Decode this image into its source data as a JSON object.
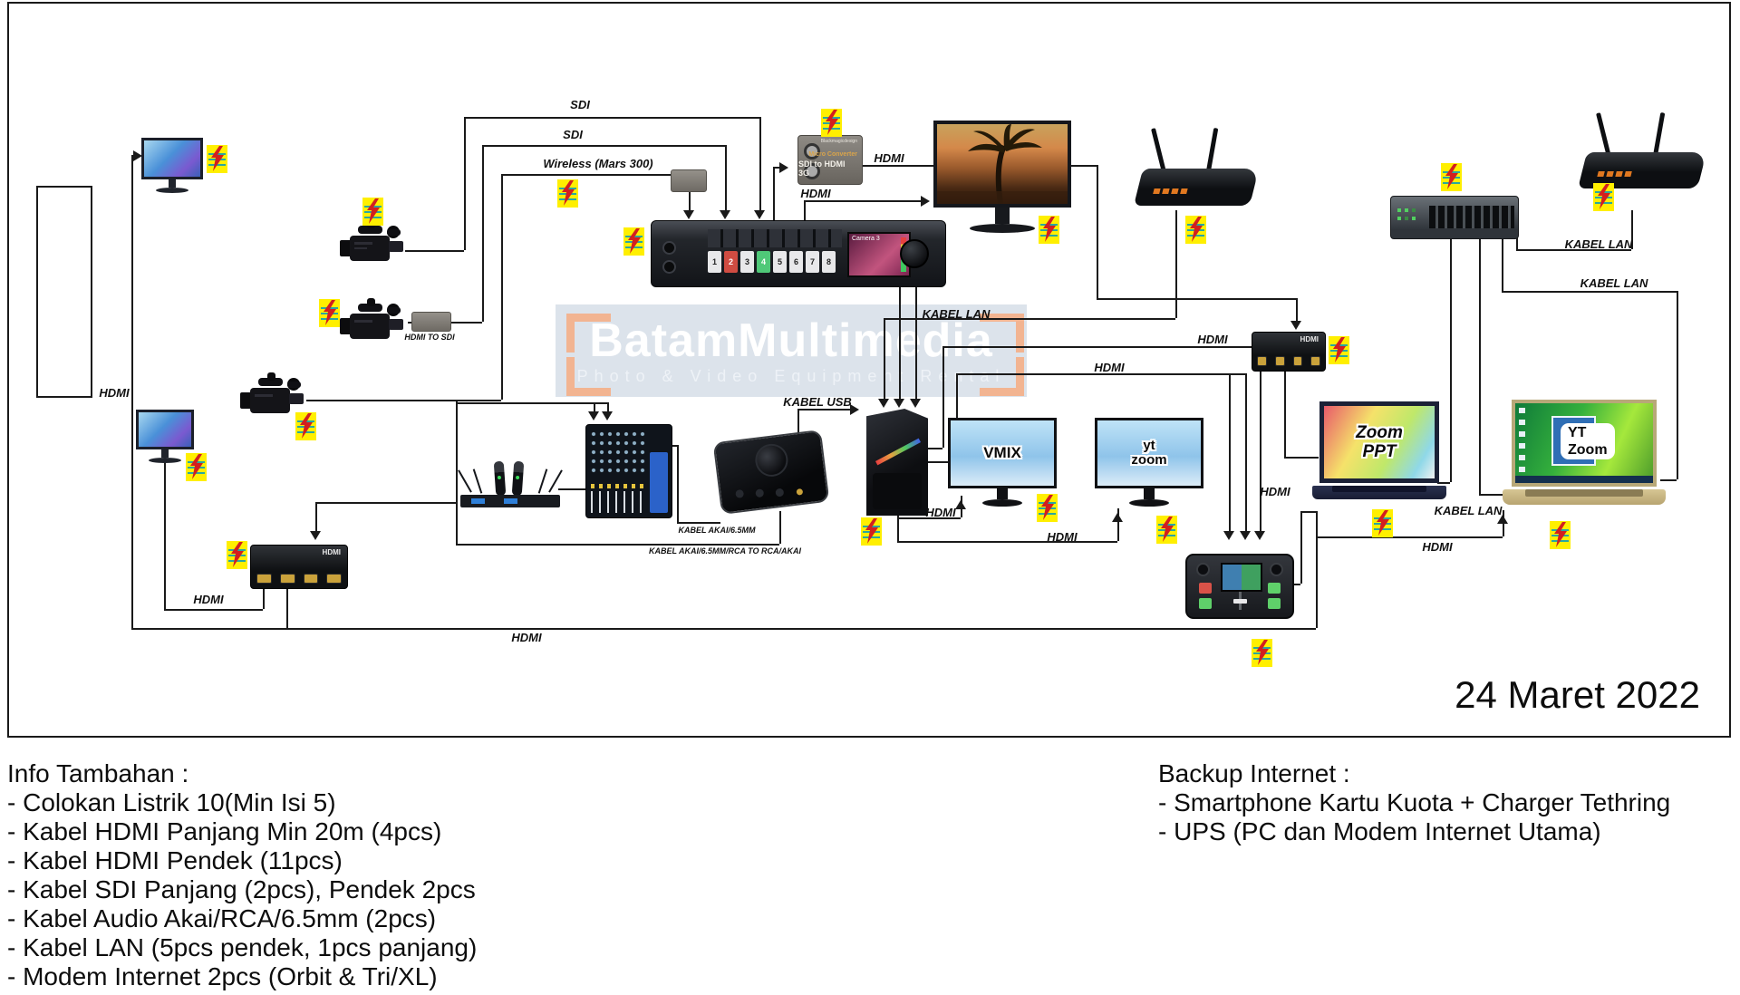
{
  "watermark": {
    "brand": "BatamMultimedia",
    "tagline": "Photo & Video Equipment Rental"
  },
  "date_label": "24 Maret 2022",
  "cable_labels": [
    "SDI",
    "SDI",
    "Wireless (Mars 300)",
    "HDMI TO SDI",
    "HDMI",
    "HDMI",
    "KABEL LAN",
    "HDMI",
    "HDMI",
    "KABEL LAN",
    "KABEL LAN",
    "KABEL LAN",
    "HDMI",
    "HDMI",
    "KABEL USB",
    "KABEL AKAI/6.5MM",
    "KABEL AKAI/6.5MM/RCA TO RCA/AKAI",
    "HDMI",
    "HDMI",
    "HDMI",
    "HDMI",
    "HDMI"
  ],
  "devices": {
    "micro_converter": {
      "brand": "Blackmagicdesign",
      "model_line1": "Micro Converter",
      "model_line2": "SDI to HDMI 3G"
    },
    "atem": {
      "screen_label": "Camera 3",
      "input_buttons": [
        "1",
        "2",
        "3",
        "4",
        "5",
        "6",
        "7",
        "8"
      ]
    },
    "vmix_monitor_label": "VMIX",
    "yt_zoom_monitor": {
      "line1": "yt",
      "line2": "zoom"
    },
    "laptop_zoom_ppt": {
      "line1": "Zoom",
      "line2": "PPT"
    },
    "laptop_yt_zoom": {
      "line1": "YT",
      "line2": "Zoom"
    },
    "hdmi_splitter_logo": "HDMI"
  },
  "info_left": {
    "heading": "Info Tambahan :",
    "items": [
      "- Colokan Listrik 10(Min Isi 5)",
      "- Kabel HDMI Panjang Min 20m (4pcs)",
      "- Kabel HDMI Pendek (11pcs)",
      "- Kabel SDI Panjang (2pcs), Pendek 2pcs",
      "- Kabel Audio Akai/RCA/6.5mm (2pcs)",
      "- Kabel LAN (5pcs pendek, 1pcs panjang)",
      "- Modem Internet 2pcs (Orbit & Tri/XL)"
    ]
  },
  "info_right": {
    "heading": "Backup Internet :",
    "items": [
      "- Smartphone Kartu Kuota + Charger Tethring",
      "- UPS (PC dan Modem Internet Utama)"
    ]
  },
  "colors": {
    "line": "#1a1a1a",
    "power_icon_bg": "#ffef00",
    "power_bolt": "#d21f1f",
    "watermark_bg": "#dce3eb",
    "bracket_orange": "#f2b491"
  }
}
